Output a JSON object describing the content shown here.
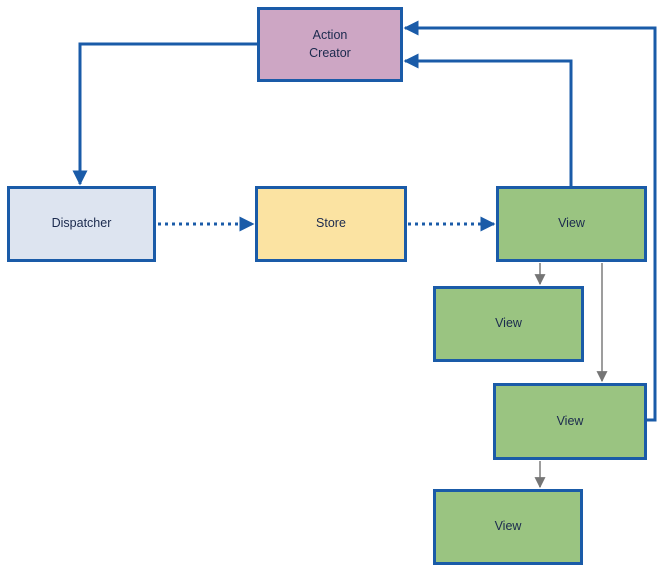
{
  "diagram": {
    "type": "flowchart",
    "nodes": {
      "action_creator": {
        "label": "Action\nCreator",
        "fill": "#cda6c4"
      },
      "dispatcher": {
        "label": "Dispatcher",
        "fill": "#dde4f0"
      },
      "store": {
        "label": "Store",
        "fill": "#fbe3a2"
      },
      "view_main": {
        "label": "View",
        "fill": "#9ac481"
      },
      "view_child_1": {
        "label": "View",
        "fill": "#9ac481"
      },
      "view_child_2": {
        "label": "View",
        "fill": "#9ac481"
      },
      "view_child_3": {
        "label": "View",
        "fill": "#9ac481"
      }
    },
    "edges": [
      {
        "id": "action-creator-to-dispatcher",
        "from": "action_creator",
        "to": "dispatcher",
        "style": "solid",
        "color": "#1a5ba8"
      },
      {
        "id": "dispatcher-to-store",
        "from": "dispatcher",
        "to": "store",
        "style": "dotted",
        "color": "#1a5ba8"
      },
      {
        "id": "store-to-view",
        "from": "store",
        "to": "view_main",
        "style": "dotted",
        "color": "#1a5ba8"
      },
      {
        "id": "view-to-action-creator",
        "from": "view_main",
        "to": "action_creator",
        "style": "solid",
        "color": "#1a5ba8"
      },
      {
        "id": "view-child-2-to-action-creator",
        "from": "view_child_2",
        "to": "action_creator",
        "style": "solid",
        "color": "#1a5ba8"
      },
      {
        "id": "view-to-view-child-1",
        "from": "view_main",
        "to": "view_child_1",
        "style": "solid",
        "color": "#9d9d9d"
      },
      {
        "id": "view-to-view-child-2",
        "from": "view_main",
        "to": "view_child_2",
        "style": "solid",
        "color": "#9d9d9d"
      },
      {
        "id": "view-child-2-to-view-child-3",
        "from": "view_child_2",
        "to": "view_child_3",
        "style": "solid",
        "color": "#9d9d9d"
      }
    ],
    "colors": {
      "edge_blue": "#1a5ba8",
      "edge_gray": "#9d9d9d",
      "edge_gray_arrow": "#757575",
      "node_border": "#1a5ba8",
      "node_text": "#1b2a4e",
      "background": "#ffffff"
    }
  }
}
